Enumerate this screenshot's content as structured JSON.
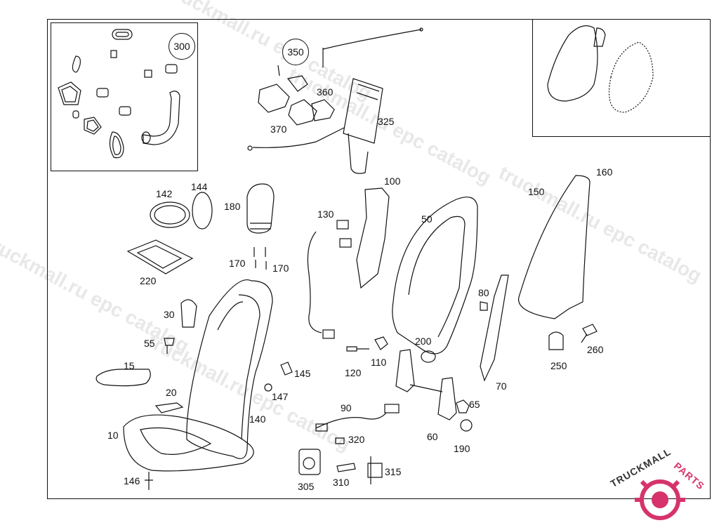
{
  "watermarks": [
    "truckmall.ru epc catalog",
    "truckmall.ru epc catalog",
    "truckmall.ru epc catalog",
    "truckmall.ru epc catalog",
    "truckmall.ru epc catalog"
  ],
  "parts": {
    "p300": "300",
    "p350": "350",
    "p360": "360",
    "p370": "370",
    "p325": "325",
    "p100": "100",
    "p130": "130",
    "p50": "50",
    "p150": "150",
    "p160": "160",
    "p142": "142",
    "p144": "144",
    "p180": "180",
    "p170a": "170",
    "p170b": "170",
    "p220": "220",
    "p30": "30",
    "p55": "55",
    "p15": "15",
    "p20": "20",
    "p10": "10",
    "p146": "146",
    "p140": "140",
    "p145": "145",
    "p147": "147",
    "p120": "120",
    "p110": "110",
    "p200": "200",
    "p80": "80",
    "p70": "70",
    "p250": "250",
    "p260": "260",
    "p65": "65",
    "p60": "60",
    "p190": "190",
    "p90": "90",
    "p320": "320",
    "p305": "305",
    "p310": "310",
    "p315": "315"
  },
  "logo": {
    "top": "TRUCKMALL",
    "bottom": "PARTS",
    "accent": "#d6336c"
  }
}
